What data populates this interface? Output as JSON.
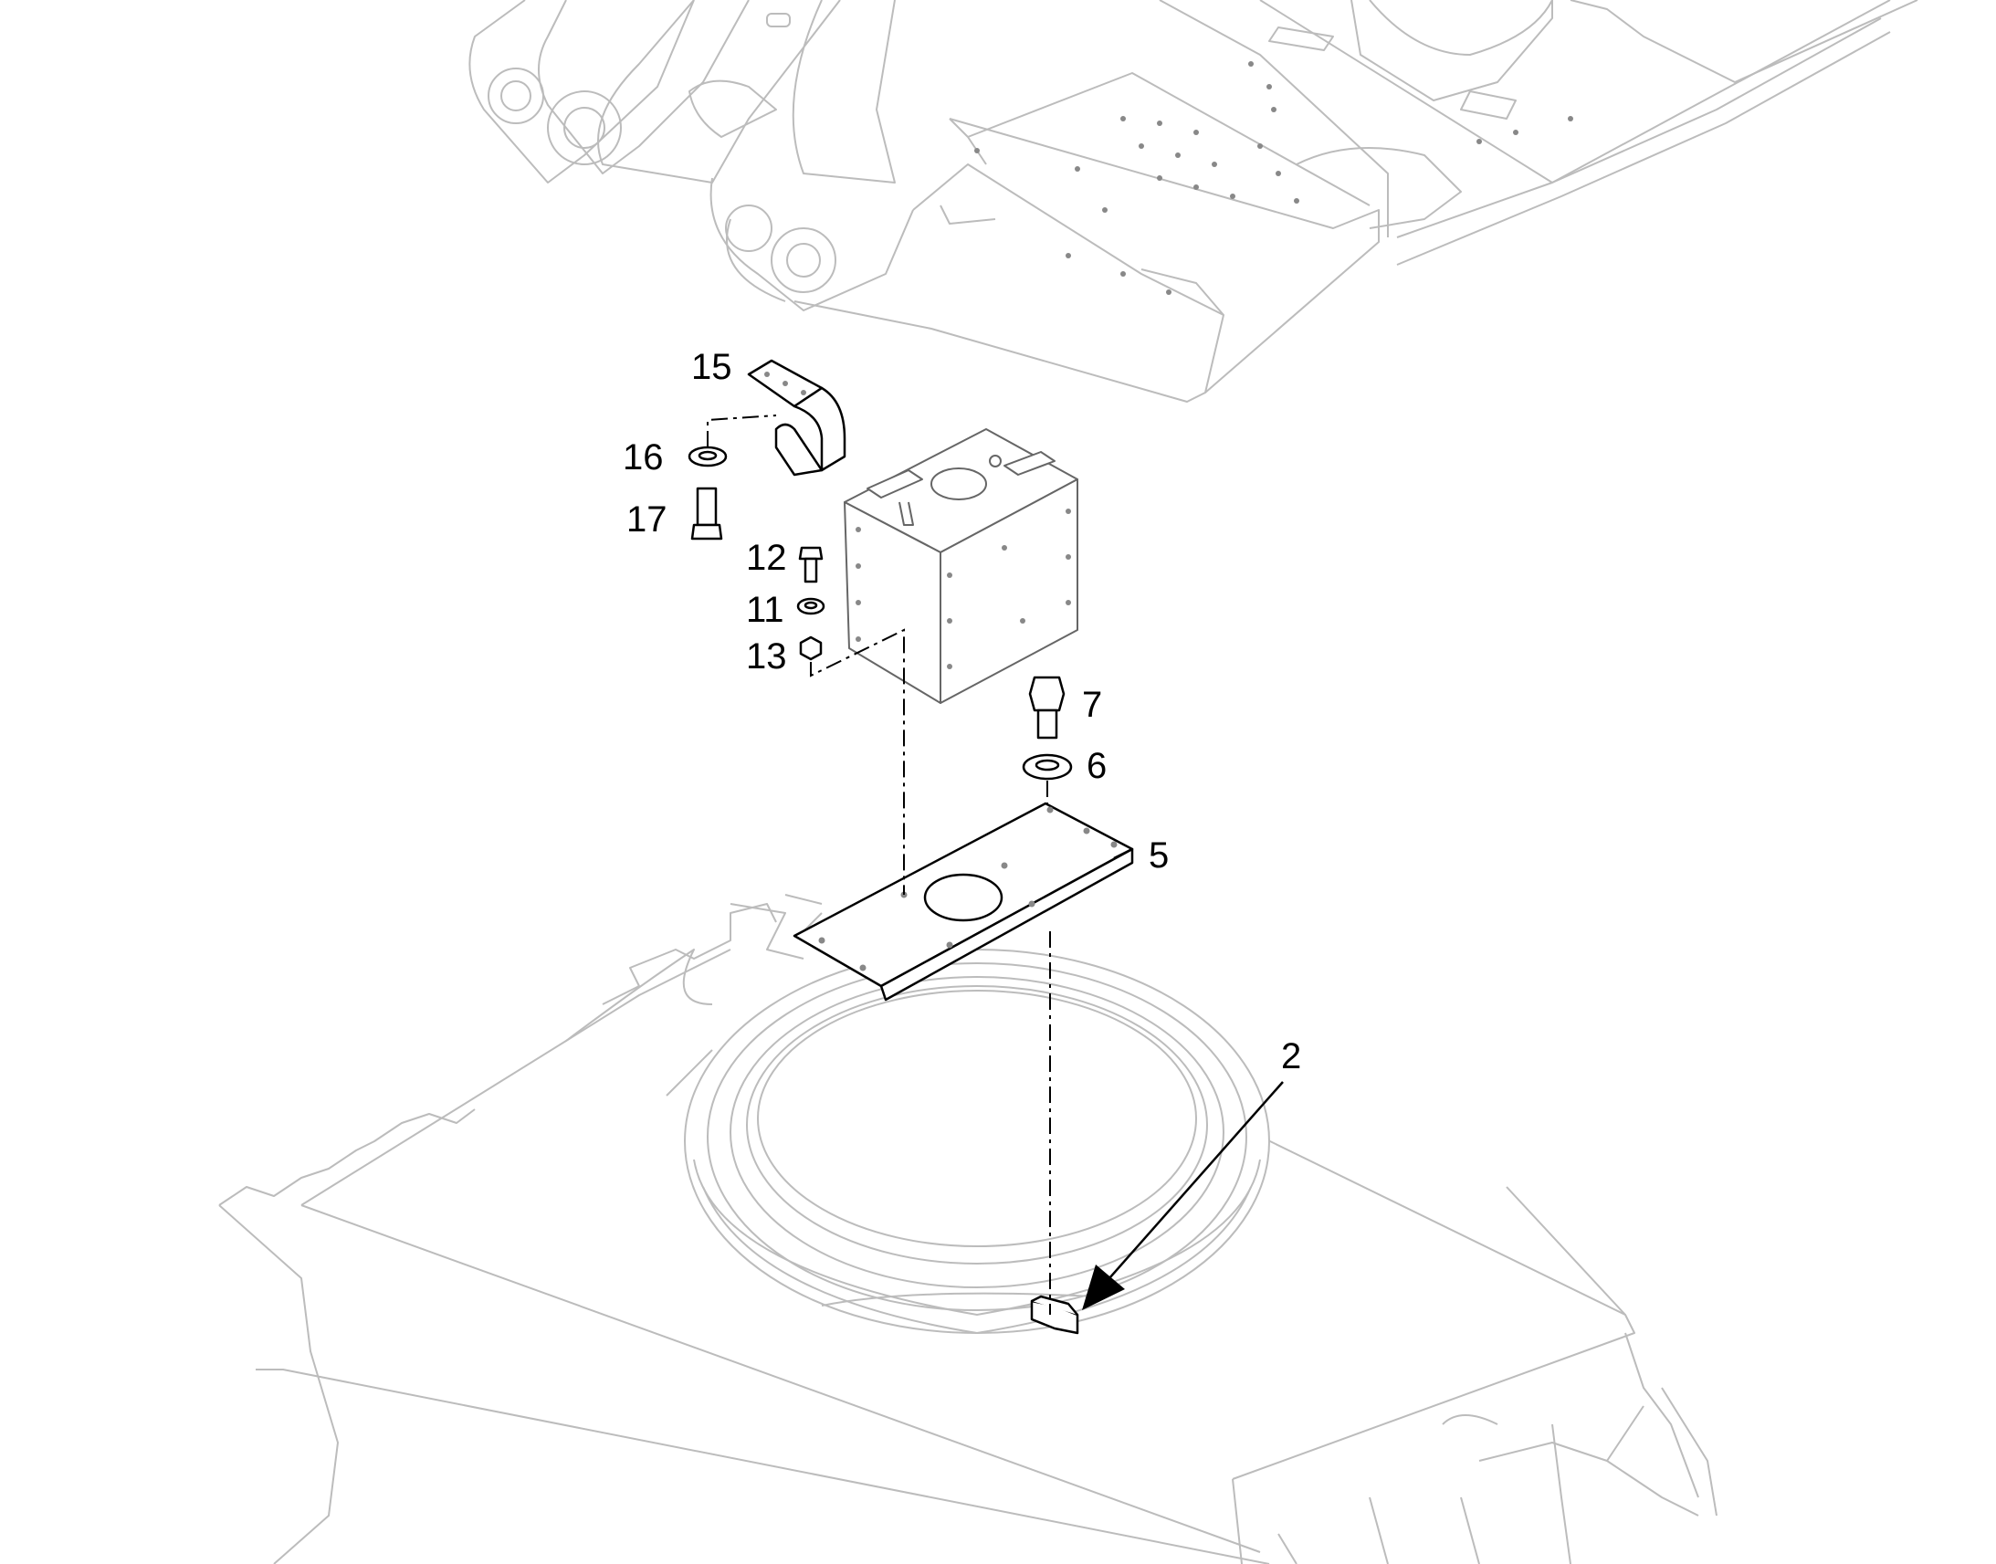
{
  "callouts": [
    {
      "id": "c15",
      "text": "15"
    },
    {
      "id": "c16",
      "text": "16"
    },
    {
      "id": "c17",
      "text": "17"
    },
    {
      "id": "c12",
      "text": "12"
    },
    {
      "id": "c11",
      "text": "11"
    },
    {
      "id": "c13",
      "text": "13"
    },
    {
      "id": "c7",
      "text": "7"
    },
    {
      "id": "c6",
      "text": "6"
    },
    {
      "id": "c5",
      "text": "5"
    },
    {
      "id": "c2",
      "text": "2"
    }
  ]
}
